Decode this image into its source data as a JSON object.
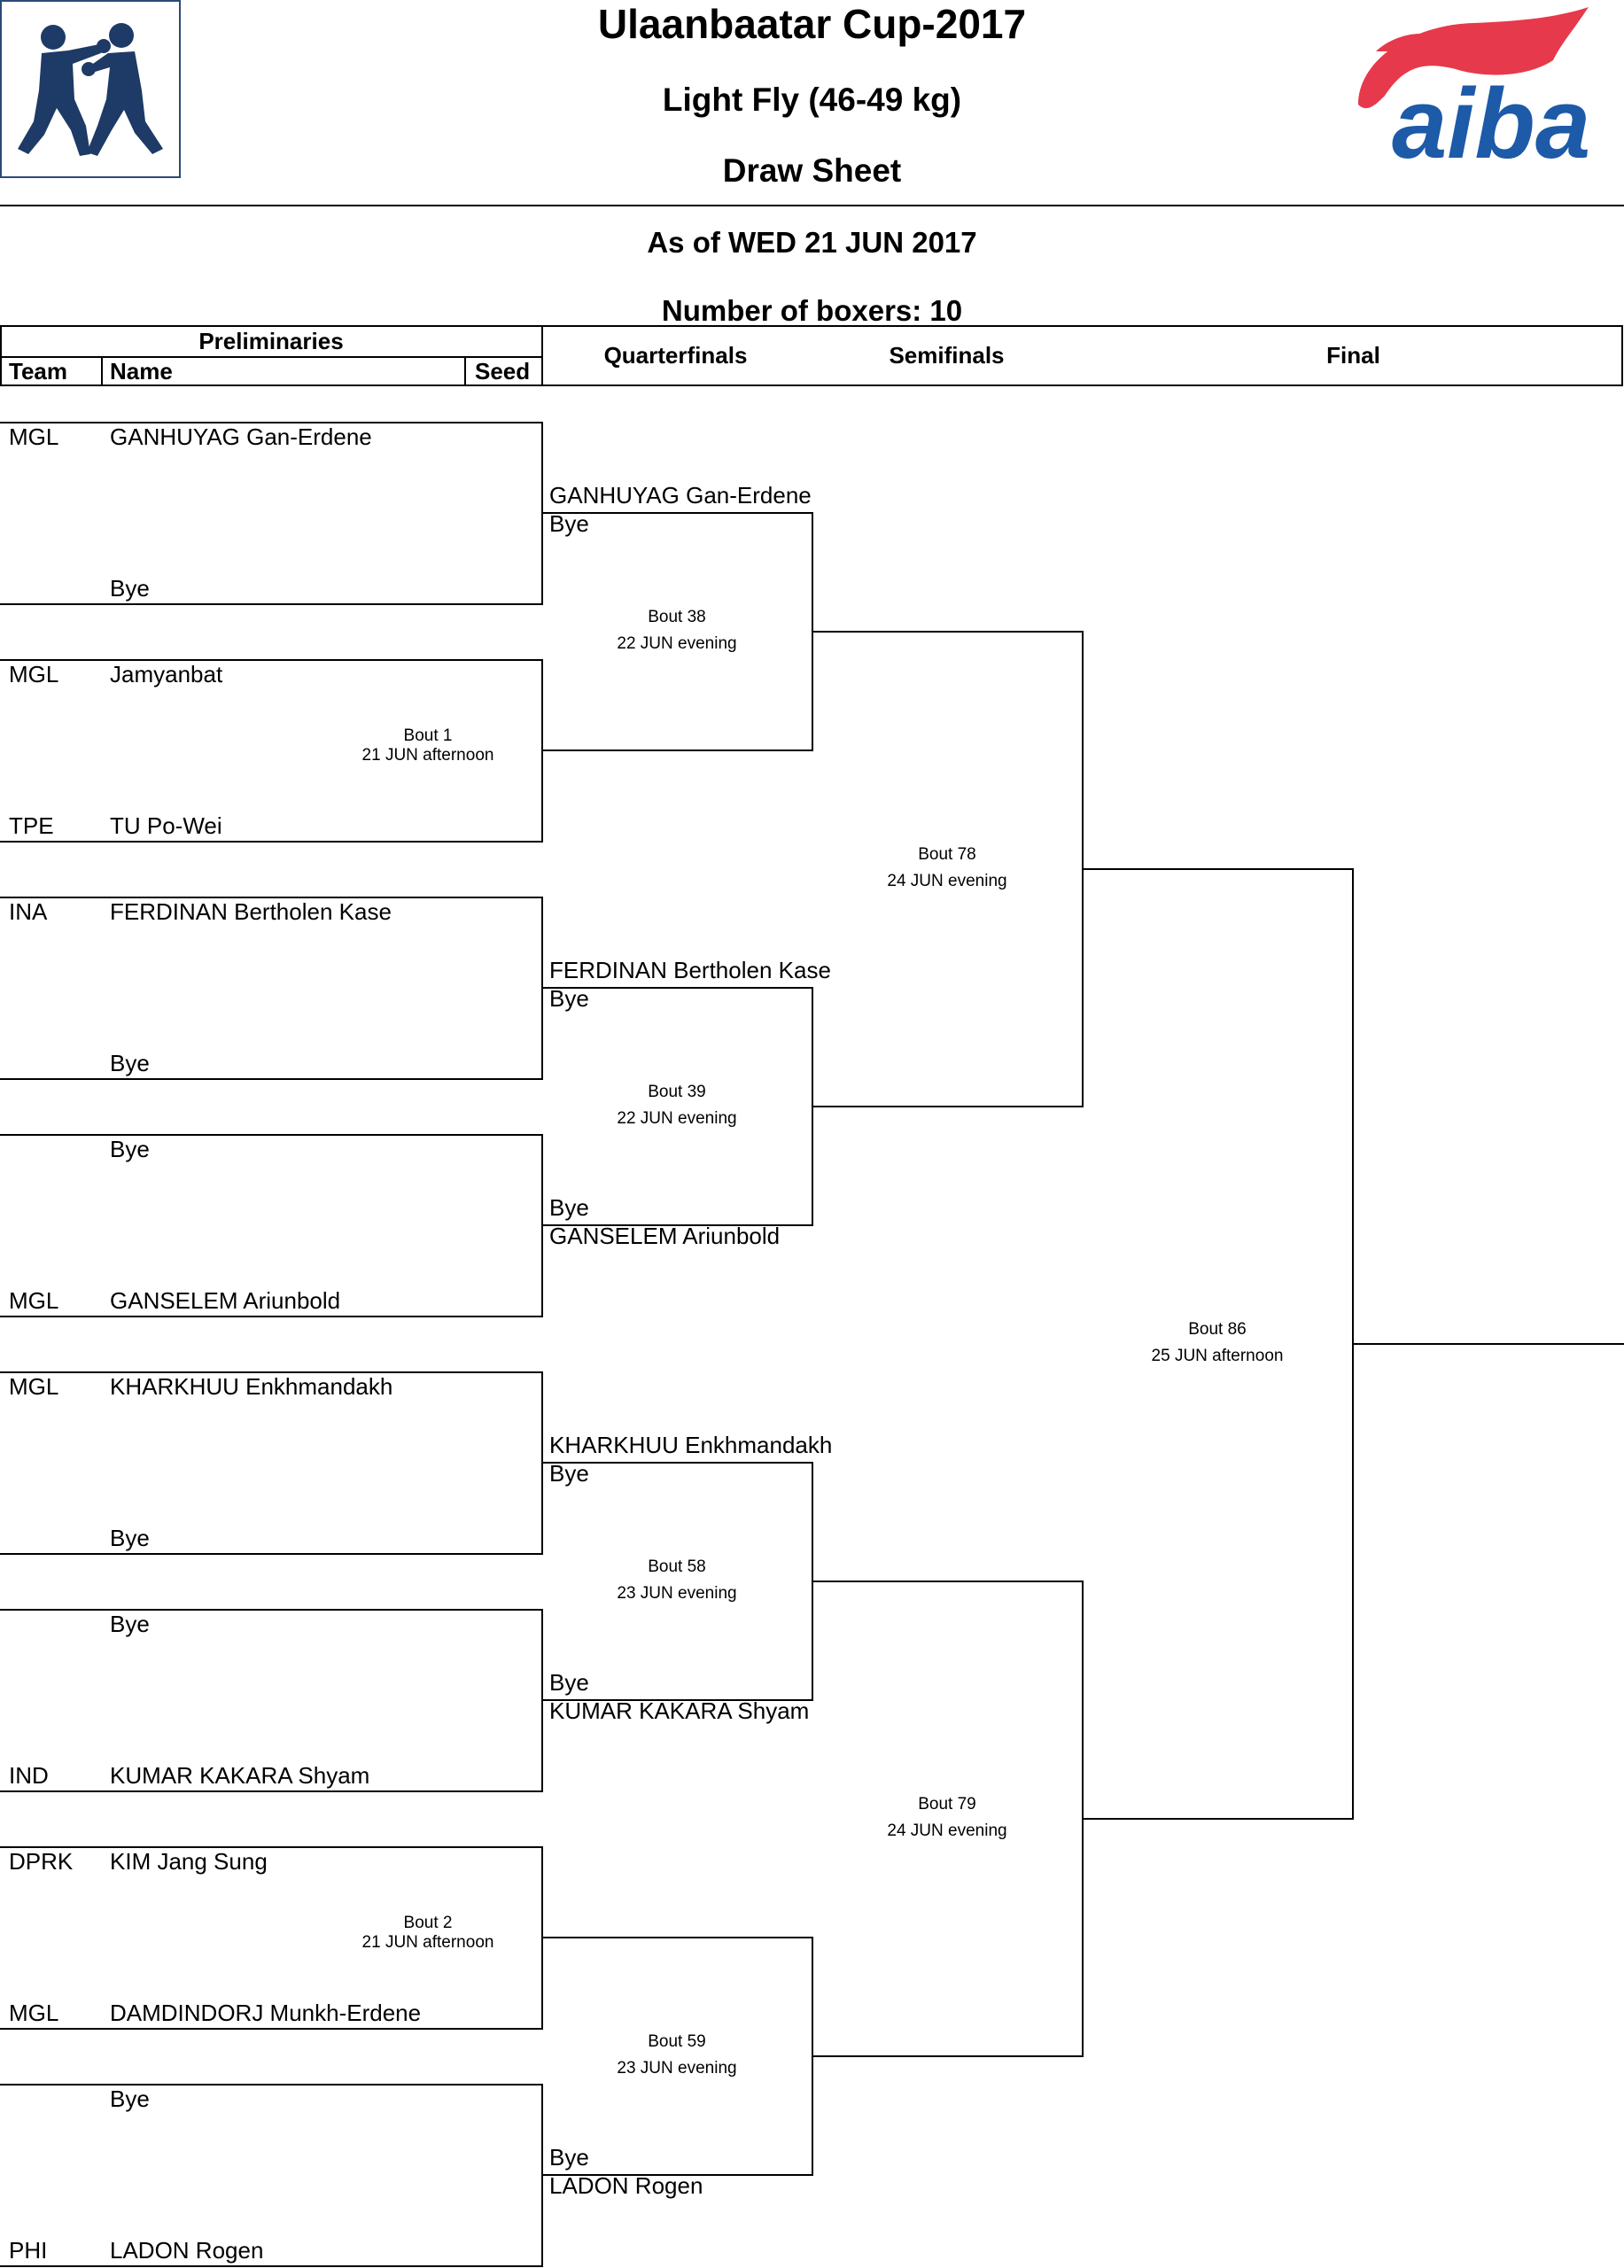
{
  "header": {
    "event_title": "Ulaanbaatar Cup-2017",
    "weight_class": "Light Fly (46-49 kg)",
    "sheet_title": "Draw Sheet",
    "as_of": "As of WED 21 JUN 2017",
    "boxers_count": "Number of boxers: 10",
    "aiba_logo_text": "aiba"
  },
  "columns": {
    "preliminaries": "Preliminaries",
    "team": "Team",
    "name": "Name",
    "seed": "Seed",
    "quarterfinals": "Quarterfinals",
    "semifinals": "Semifinals",
    "final": "Final"
  },
  "preliminaries": [
    {
      "team": "MGL",
      "name": "GANHUYAG Gan-Erdene"
    },
    {
      "team": "",
      "name": "Bye"
    },
    {
      "team": "MGL",
      "name": "Jamyanbat"
    },
    {
      "team": "TPE",
      "name": "TU Po-Wei"
    },
    {
      "team": "INA",
      "name": "FERDINAN Bertholen Kase"
    },
    {
      "team": "",
      "name": "Bye"
    },
    {
      "team": "",
      "name": "Bye"
    },
    {
      "team": "MGL",
      "name": "GANSELEM Ariunbold"
    },
    {
      "team": "MGL",
      "name": "KHARKHUU Enkhmandakh"
    },
    {
      "team": "",
      "name": "Bye"
    },
    {
      "team": "",
      "name": "Bye"
    },
    {
      "team": "IND",
      "name": "KUMAR KAKARA Shyam"
    },
    {
      "team": "DPRK",
      "name": "KIM Jang Sung"
    },
    {
      "team": "MGL",
      "name": "DAMDINDORJ Munkh-Erdene"
    },
    {
      "team": "",
      "name": "Bye"
    },
    {
      "team": "PHI",
      "name": "LADON Rogen"
    }
  ],
  "prelim_bouts": [
    {
      "bout": "Bout 1",
      "time": "21 JUN afternoon"
    },
    {
      "bout": "Bout 2",
      "time": "21 JUN afternoon"
    }
  ],
  "quarterfinal_entries": [
    {
      "top": "GANHUYAG Gan-Erdene",
      "bottom": "Bye"
    },
    {
      "top": "FERDINAN Bertholen Kase",
      "bottom": "Bye"
    },
    {
      "top": "Bye",
      "bottom": "GANSELEM Ariunbold"
    },
    {
      "top": "KHARKHUU Enkhmandakh",
      "bottom": "Bye"
    },
    {
      "top": "Bye",
      "bottom": "KUMAR KAKARA Shyam"
    },
    {
      "top": "Bye",
      "bottom": "LADON Rogen"
    }
  ],
  "quarterfinal_bouts": [
    {
      "bout": "Bout 38",
      "time": "22 JUN evening"
    },
    {
      "bout": "Bout 39",
      "time": "22 JUN evening"
    },
    {
      "bout": "Bout 58",
      "time": "23 JUN evening"
    },
    {
      "bout": "Bout 59",
      "time": "23 JUN evening"
    }
  ],
  "semifinal_bouts": [
    {
      "bout": "Bout 78",
      "time": "24 JUN evening"
    },
    {
      "bout": "Bout 79",
      "time": "24 JUN evening"
    }
  ],
  "final_bout": {
    "bout": "Bout 86",
    "time": "25 JUN afternoon"
  }
}
